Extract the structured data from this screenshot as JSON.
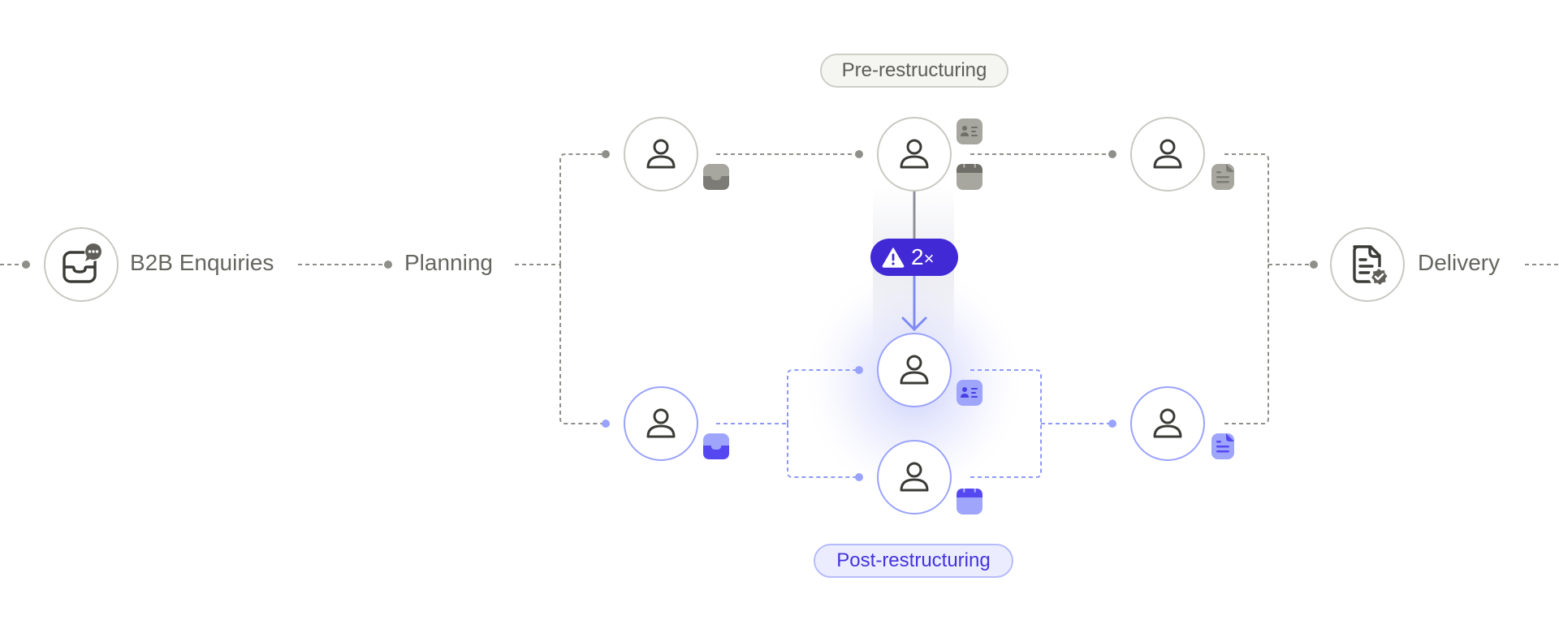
{
  "colors": {
    "neutral_line": "#8f8f8a",
    "neutral_node_border": "#c9c8c3",
    "accent_line": "#8f9af7",
    "accent_node_border": "#9aa3fb",
    "warning_bg": "#4129d6",
    "icon_dark": "#3a3a36",
    "badge_gray": "#a7a69f",
    "badge_gray_dark": "#7c7b75",
    "badge_blue": "#9ea5fb",
    "badge_blue_dark": "#5548f0"
  },
  "stages": {
    "enquiries": {
      "label": "B2B Enquiries",
      "icon": "inbox-chat-icon"
    },
    "planning": {
      "label": "Planning"
    },
    "delivery": {
      "label": "Delivery",
      "icon": "document-verified-icon"
    }
  },
  "groups": {
    "pre": {
      "label": "Pre-restructuring"
    },
    "post": {
      "label": "Post-restructuring"
    }
  },
  "warning": {
    "icon": "warning-triangle-icon",
    "count": "2",
    "suffix": "×"
  },
  "people": [
    {
      "id": "pre-1",
      "group": "pre",
      "icon": "person-icon",
      "badges": [
        "inbox-icon"
      ]
    },
    {
      "id": "pre-2",
      "group": "pre",
      "icon": "person-icon",
      "badges": [
        "id-card-icon",
        "calendar-icon"
      ]
    },
    {
      "id": "pre-3",
      "group": "pre",
      "icon": "person-icon",
      "badges": [
        "document-icon"
      ]
    },
    {
      "id": "post-1",
      "group": "post",
      "icon": "person-icon",
      "badges": [
        "inbox-icon"
      ]
    },
    {
      "id": "post-2a",
      "group": "post",
      "icon": "person-icon",
      "badges": [
        "id-card-icon"
      ]
    },
    {
      "id": "post-2b",
      "group": "post",
      "icon": "person-icon",
      "badges": [
        "calendar-icon"
      ]
    },
    {
      "id": "post-3",
      "group": "post",
      "icon": "person-icon",
      "badges": [
        "document-icon"
      ]
    }
  ]
}
